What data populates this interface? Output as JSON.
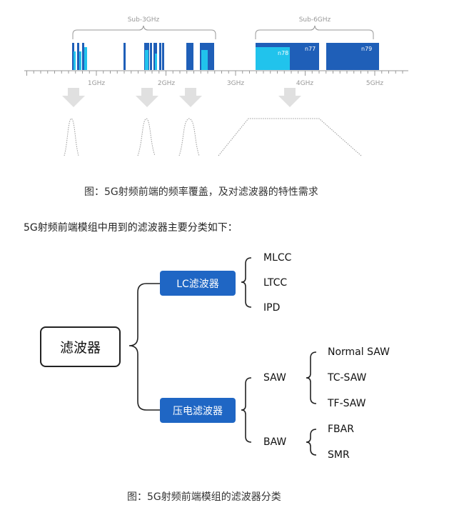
{
  "spectrum": {
    "groups": {
      "sub3": "Sub-3GHz",
      "sub6": "Sub-6GHz"
    },
    "ticks": [
      "1GHz",
      "2GHz",
      "3GHz",
      "4GHz",
      "5GHz"
    ],
    "bands": {
      "n78": "n78",
      "n77": "n77",
      "n79": "n79"
    },
    "colors": {
      "dark": "#1f5fb8",
      "light": "#21c3ec",
      "arrow": "#e0e0e0",
      "axis": "#999999"
    }
  },
  "caption1": "图：5G射频前端的频率覆盖，及对滤波器的特性需求",
  "intro": "5G射频前端模组中用到的滤波器主要分类如下：",
  "tree": {
    "root": "滤波器",
    "lc": {
      "label": "LC滤波器",
      "children": [
        "MLCC",
        "LTCC",
        "IPD"
      ]
    },
    "piezo": {
      "label": "压电滤波器",
      "saw": {
        "label": "SAW",
        "children": [
          "Normal SAW",
          "TC-SAW",
          "TF-SAW"
        ]
      },
      "baw": {
        "label": "BAW",
        "children": [
          "FBAR",
          "SMR"
        ]
      }
    }
  },
  "caption2": "图：5G射频前端模组的滤波器分类"
}
